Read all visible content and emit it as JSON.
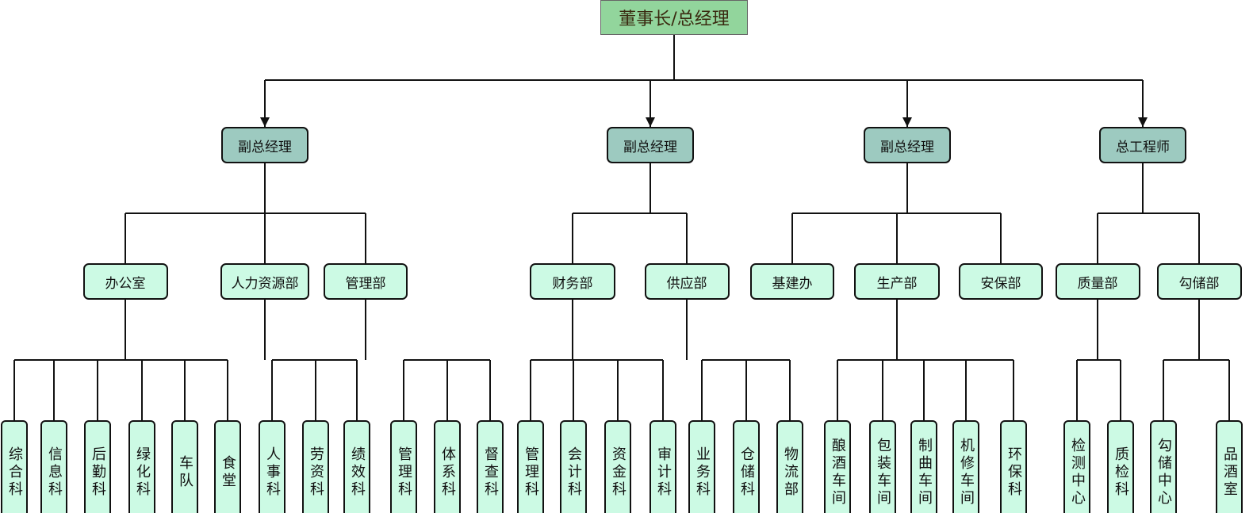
{
  "root": {
    "label": "董事长/总经理"
  },
  "branches": [
    {
      "label": "副总经理",
      "departments": [
        {
          "label": "办公室",
          "units": [
            "综合科",
            "信息科",
            "后勤科",
            "绿化科",
            "车队",
            "食堂"
          ]
        },
        {
          "label": "人力资源部",
          "units": [
            "人事科",
            "劳资科",
            "绩效科"
          ]
        },
        {
          "label": "管理部",
          "units": [
            "管理科",
            "体系科",
            "督查科"
          ]
        }
      ]
    },
    {
      "label": "副总经理",
      "departments": [
        {
          "label": "财务部",
          "units": [
            "管理科",
            "会计科",
            "资金科",
            "审计科"
          ]
        },
        {
          "label": "供应部",
          "units": [
            "业务科",
            "仓储科",
            "物流部"
          ]
        }
      ]
    },
    {
      "label": "副总经理",
      "departments": [
        {
          "label": "基建办",
          "units": []
        },
        {
          "label": "生产部",
          "units": [
            "酿酒车间",
            "包装车间",
            "制曲车间",
            "机修车间",
            "环保科"
          ]
        },
        {
          "label": "安保部",
          "units": []
        }
      ]
    },
    {
      "label": "总工程师",
      "departments": [
        {
          "label": "质量部",
          "units": [
            "检测中心",
            "质检科"
          ]
        },
        {
          "label": "勾储部",
          "units": [
            "勾储中心",
            "品酒室"
          ]
        }
      ]
    }
  ]
}
